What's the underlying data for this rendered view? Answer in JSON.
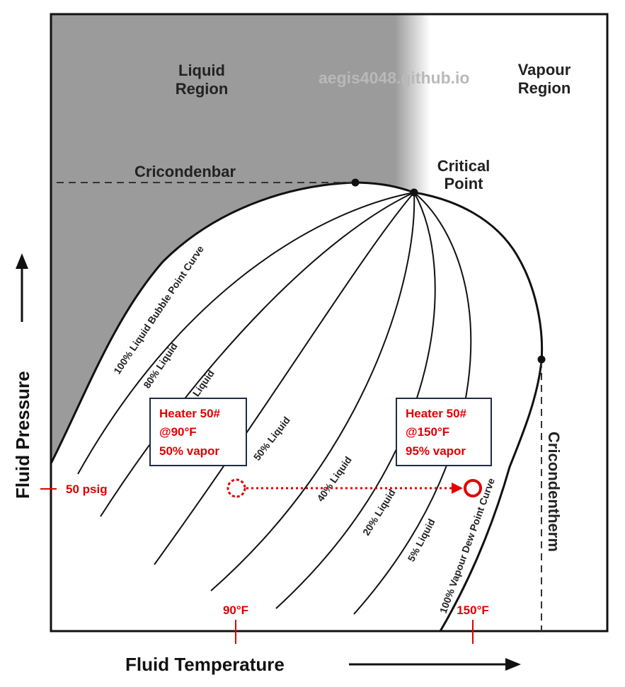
{
  "regions": {
    "liquid": [
      "Liquid",
      "Region"
    ],
    "vapour": [
      "Vapour",
      "Region"
    ]
  },
  "watermark": "aegis4048.github.io",
  "labels": {
    "cricondenbar": "Cricondenbar",
    "critical_point": [
      "Critical",
      "Point"
    ],
    "cricondentherm": "Cricondentherm"
  },
  "curves": {
    "bubble": "100% Liquid Bubble Point Curve",
    "liquid80": "80% Liquid",
    "liquid60": "% Liquid",
    "liquid50": "50% Liquid",
    "liquid40": "40% Liquid",
    "liquid20": "20% Liquid",
    "liquid5": "5% Liquid",
    "dew": "100% Vapour Dew Point Curve"
  },
  "axes": {
    "x_title": "Fluid Temperature",
    "y_title": "Fluid Pressure"
  },
  "annotations": {
    "pressure": "50 psig",
    "temp_left": "90°F",
    "temp_right": "150°F",
    "box_left": [
      "Heater 50#",
      "@90°F",
      "50% vapor"
    ],
    "box_right": [
      "Heater 50#",
      "@150°F",
      "95% vapor"
    ]
  },
  "colors": {
    "annotation_red": "#e00000",
    "box_border": "#1f2a44",
    "liquid_region_fill": "#9b9b9b"
  }
}
